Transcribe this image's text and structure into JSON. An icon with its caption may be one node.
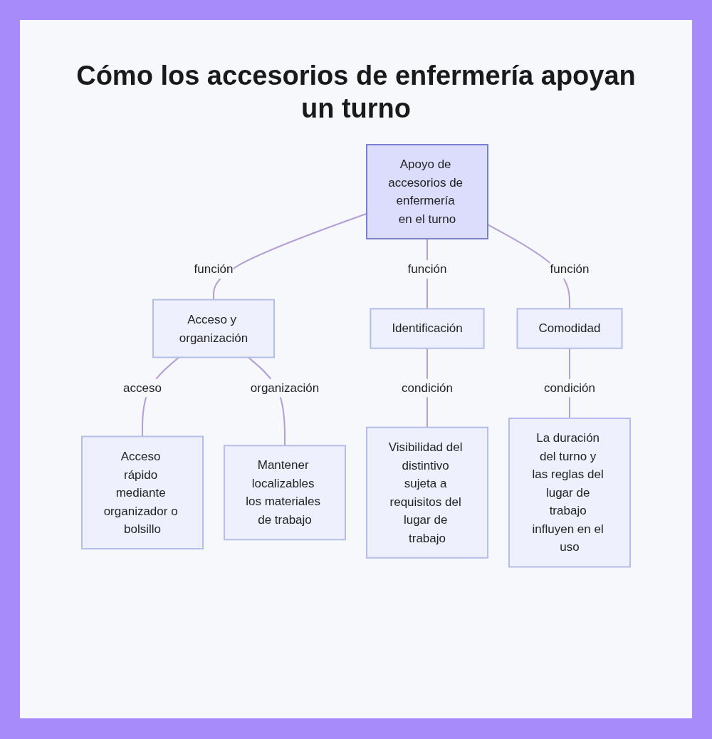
{
  "diagram": {
    "title": "Cómo los accesorios de enfermería apoyan un turno",
    "nodes": [
      {
        "text": [
          "Apoyo de accesorios de enfermería en el turno"
        ]
      },
      {
        "text": [
          "Acceso y organización"
        ]
      },
      {
        "text": [
          "Identificación"
        ]
      },
      {
        "text": [
          "Comodidad"
        ]
      },
      {
        "text": [
          "Acceso rápido mediante organizador o bolsillo"
        ]
      },
      {
        "text": [
          "Mantener localizables los materiales de trabajo"
        ]
      },
      {
        "text": [
          "Visibilidad del distintivo sujeta a requisitos del lugar de trabajo"
        ]
      },
      {
        "text": [
          "La duración del turno y las reglas del lugar de trabajo influyen en el uso"
        ]
      }
    ],
    "edges": [
      {
        "from": 0,
        "to": 1,
        "arrow": "none",
        "label": "función"
      },
      {
        "from": 0,
        "to": 2,
        "arrow": "none",
        "label": "función"
      },
      {
        "from": 0,
        "to": 3,
        "arrow": "none",
        "label": "función"
      },
      {
        "from": 1,
        "to": 4,
        "arrow": "none",
        "label": "acceso"
      },
      {
        "from": 1,
        "to": 5,
        "arrow": "none",
        "label": "organización"
      },
      {
        "from": 2,
        "to": 6,
        "arrow": "none",
        "label": "condición"
      },
      {
        "from": 3,
        "to": 7,
        "arrow": "none",
        "label": "condición"
      }
    ]
  }
}
